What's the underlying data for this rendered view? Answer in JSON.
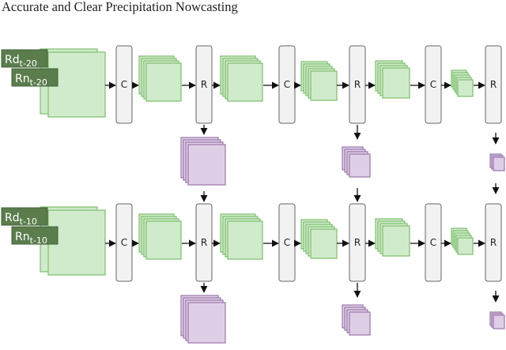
{
  "header": {
    "title": "Accurate and Clear Precipitation Nowcasting"
  },
  "diagram": {
    "block_labels": {
      "conv": "C",
      "recurrent": "R"
    },
    "rows": [
      {
        "input_tags": [
          {
            "base": "Rd",
            "sub": "t-20"
          },
          {
            "base": "Rn",
            "sub": "t-20"
          }
        ]
      },
      {
        "input_tags": [
          {
            "base": "Rd",
            "sub": "t-10"
          },
          {
            "base": "Rn",
            "sub": "t-10"
          }
        ]
      }
    ],
    "colors": {
      "feature_fill": "#d0ebcb",
      "feature_stroke": "#7dbf6c",
      "state_fill": "#dfcfe6",
      "state_stroke": "#9a76aa",
      "block_fill": "#f2f2f2",
      "tag_fill": "#5b7d4c"
    }
  }
}
